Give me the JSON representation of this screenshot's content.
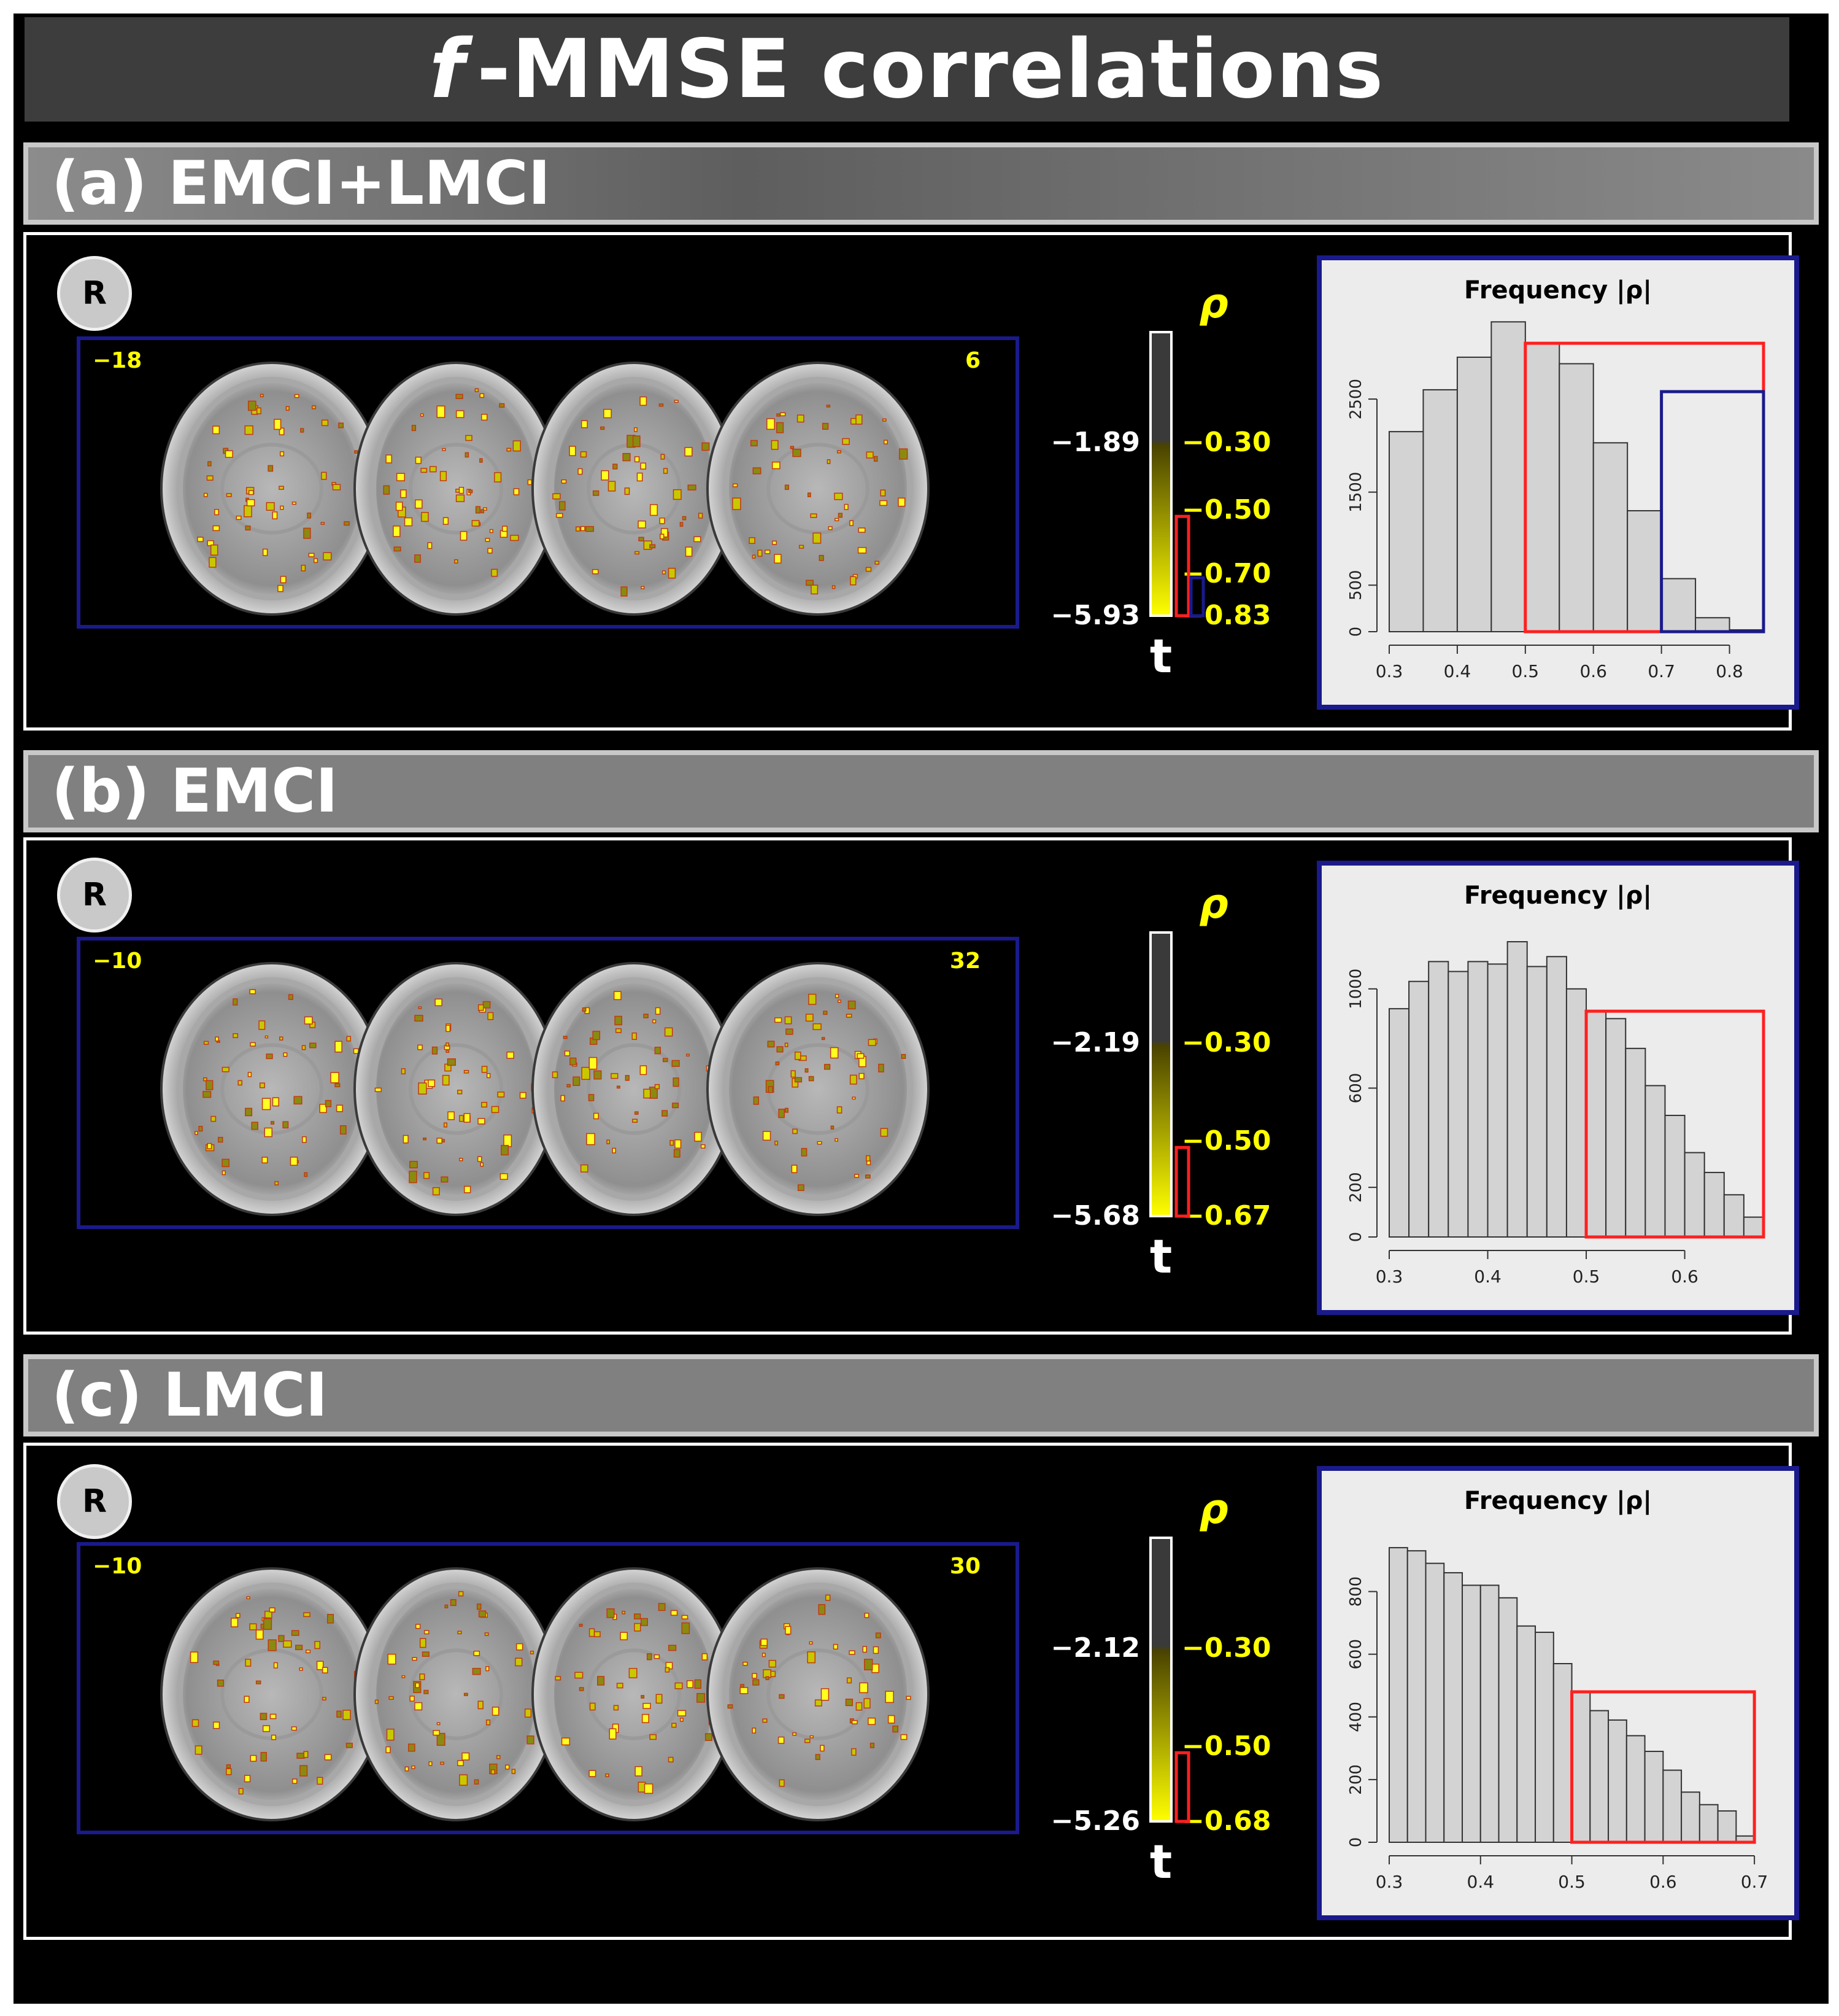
{
  "title": {
    "prefix": "f",
    "rest": "-MMSE correlations"
  },
  "colors": {
    "frame": "#000000",
    "title_bg": "#3d3d3d",
    "accent_blue": "#1a1a8c",
    "accent_red": "#ff2020",
    "label_yellow": "#ffff00",
    "hist_fill": "#d3d3d3"
  },
  "sections": [
    {
      "header": "(a) EMCI+LMCI",
      "badge": "R",
      "slice_left": "−18",
      "slice_right": "6",
      "colorbar": {
        "rho_symbol": "ρ",
        "t_symbol": "t",
        "t_top": "−1.89",
        "t_bottom": "−5.93",
        "rho_ticks": [
          "−0.30",
          "−0.50",
          "−0.70",
          "−0.83"
        ]
      },
      "chart_data": {
        "type": "bar",
        "title": "Frequency |ρ|",
        "x_ticks": [
          0.3,
          0.4,
          0.5,
          0.6,
          0.7,
          0.8
        ],
        "y_ticks": [
          0,
          500,
          1500,
          2500
        ],
        "xlim": [
          0.3,
          0.85
        ],
        "ylim": [
          0,
          3200
        ],
        "bin_edges": [
          0.3,
          0.35,
          0.4,
          0.45,
          0.5,
          0.55,
          0.6,
          0.65,
          0.7,
          0.75,
          0.8,
          0.85
        ],
        "values": [
          2150,
          2600,
          2950,
          3330,
          3100,
          2880,
          2030,
          1300,
          570,
          150,
          20
        ],
        "highlights": [
          {
            "color": "red",
            "x_range": [
              0.5,
              0.85
            ],
            "top": 3100
          },
          {
            "color": "blue",
            "x_range": [
              0.7,
              0.85
            ],
            "top": 2580
          }
        ]
      }
    },
    {
      "header": "(b) EMCI",
      "badge": "R",
      "slice_left": "−10",
      "slice_right": "32",
      "colorbar": {
        "rho_symbol": "ρ",
        "t_symbol": "t",
        "t_top": "−2.19",
        "t_bottom": "−5.68",
        "rho_ticks": [
          "−0.30",
          "−0.50",
          "−0.67"
        ]
      },
      "chart_data": {
        "type": "bar",
        "title": "Frequency |ρ|",
        "x_ticks": [
          0.3,
          0.4,
          0.5,
          0.6
        ],
        "y_ticks": [
          0,
          200,
          600,
          1000
        ],
        "xlim": [
          0.3,
          0.68
        ],
        "ylim": [
          0,
          1200
        ],
        "bin_edges": [
          0.3,
          0.32,
          0.34,
          0.36,
          0.38,
          0.4,
          0.42,
          0.44,
          0.46,
          0.48,
          0.5,
          0.52,
          0.54,
          0.56,
          0.58,
          0.6,
          0.62,
          0.64,
          0.66,
          0.68
        ],
        "values": [
          920,
          1030,
          1110,
          1070,
          1110,
          1100,
          1190,
          1090,
          1130,
          1000,
          910,
          880,
          760,
          610,
          490,
          340,
          260,
          170,
          80
        ],
        "highlights": [
          {
            "color": "red",
            "x_range": [
              0.5,
              0.68
            ],
            "top": 910
          }
        ]
      }
    },
    {
      "header": "(c) LMCI",
      "badge": "R",
      "slice_left": "−10",
      "slice_right": "30",
      "colorbar": {
        "rho_symbol": "ρ",
        "t_symbol": "t",
        "t_top": "−2.12",
        "t_bottom": "−5.26",
        "rho_ticks": [
          "−0.30",
          "−0.50",
          "−0.68"
        ]
      },
      "chart_data": {
        "type": "bar",
        "title": "Frequency |ρ|",
        "x_ticks": [
          0.3,
          0.4,
          0.5,
          0.6,
          0.7
        ],
        "y_ticks": [
          0,
          200,
          400,
          600,
          800
        ],
        "xlim": [
          0.3,
          0.71
        ],
        "ylim": [
          0,
          950
        ],
        "bin_edges": [
          0.3,
          0.32,
          0.34,
          0.36,
          0.38,
          0.4,
          0.42,
          0.44,
          0.46,
          0.48,
          0.5,
          0.52,
          0.54,
          0.56,
          0.58,
          0.6,
          0.62,
          0.64,
          0.66,
          0.68,
          0.7
        ],
        "values": [
          940,
          930,
          890,
          860,
          820,
          820,
          780,
          690,
          670,
          570,
          480,
          420,
          390,
          340,
          290,
          230,
          160,
          120,
          100,
          20
        ],
        "highlights": [
          {
            "color": "red",
            "x_range": [
              0.5,
              0.7
            ],
            "top": 480
          }
        ]
      }
    }
  ]
}
